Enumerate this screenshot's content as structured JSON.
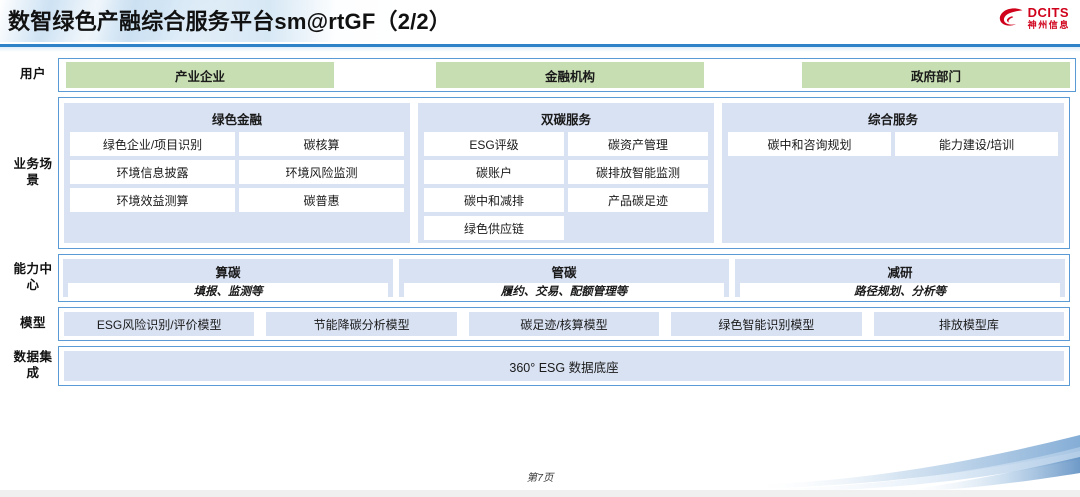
{
  "header": {
    "title": "数智绿色产融综合服务平台sm@rtGF（2/2）",
    "logo_en": "DCITS",
    "logo_cn": "神州信息"
  },
  "colors": {
    "accent_blue": "#5b9bd5",
    "rule_blue": "#2e83c8",
    "panel_blue": "#d9e2f3",
    "user_green": "#c7ddb2",
    "logo_red": "#d0021b"
  },
  "rows": {
    "users": {
      "label": "用户",
      "items": [
        "产业企业",
        "金融机构",
        "政府部门"
      ]
    },
    "business": {
      "label": "业务场景",
      "groups": [
        {
          "title": "绿色金融",
          "items": [
            "绿色企业/项目识别",
            "碳核算",
            "环境信息披露",
            "环境风险监测",
            "环境效益测算",
            "碳普惠"
          ]
        },
        {
          "title": "双碳服务",
          "items": [
            "ESG评级",
            "碳资产管理",
            "碳账户",
            "碳排放智能监测",
            "碳中和减排",
            "产品碳足迹",
            "绿色供应链"
          ]
        },
        {
          "title": "综合服务",
          "items": [
            "碳中和咨询规划",
            "能力建设/培训"
          ]
        }
      ]
    },
    "capability": {
      "label": "能力中心",
      "groups": [
        {
          "title": "算碳",
          "subtitle": "填报、监测等"
        },
        {
          "title": "管碳",
          "subtitle": "履约、交易、配额管理等"
        },
        {
          "title": "减研",
          "subtitle": "路径规划、分析等"
        }
      ]
    },
    "model": {
      "label": "模型",
      "items": [
        "ESG风险识别/评价模型",
        "节能降碳分析模型",
        "碳足迹/核算模型",
        "绿色智能识别模型",
        "排放模型库"
      ]
    },
    "data": {
      "label": "数据集成",
      "items": [
        "360° ESG 数据底座"
      ]
    }
  },
  "footer": {
    "page": "第7页"
  }
}
